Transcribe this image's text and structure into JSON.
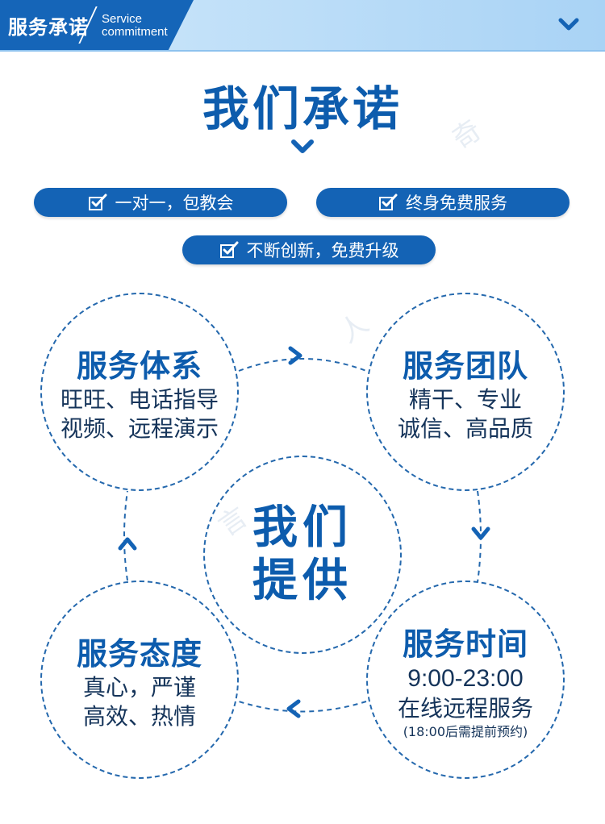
{
  "header": {
    "title": "服务承诺",
    "subtitle_line1": "Service",
    "subtitle_line2": "commitment",
    "chevron_icon": "chevron-down-icon"
  },
  "main_title": "我们承诺",
  "promises": [
    {
      "icon": "check-square-icon",
      "label": "一对一，包教会"
    },
    {
      "icon": "check-square-icon",
      "label": "终身免费服务"
    },
    {
      "icon": "check-square-icon",
      "label": "不断创新，免费升级"
    }
  ],
  "center": {
    "line1": "我们",
    "line2": "提供"
  },
  "circles": {
    "system": {
      "heading": "服务体系",
      "lines": [
        "旺旺、电话指导",
        "视频、远程演示"
      ]
    },
    "team": {
      "heading": "服务团队",
      "lines": [
        "精干、专业",
        "诚信、高品质"
      ]
    },
    "attitude": {
      "heading": "服务态度",
      "lines": [
        "真心，严谨",
        "高效、热情"
      ]
    },
    "time": {
      "heading": "服务时间",
      "hours": "9:00-23:00",
      "line": "在线远程服务",
      "note": "(18:00后需提前预约)"
    }
  },
  "colors": {
    "primary": "#1463b5",
    "heading": "#0d5cad",
    "banner_light": "#cfe8fb",
    "text_dark": "#15345a"
  }
}
